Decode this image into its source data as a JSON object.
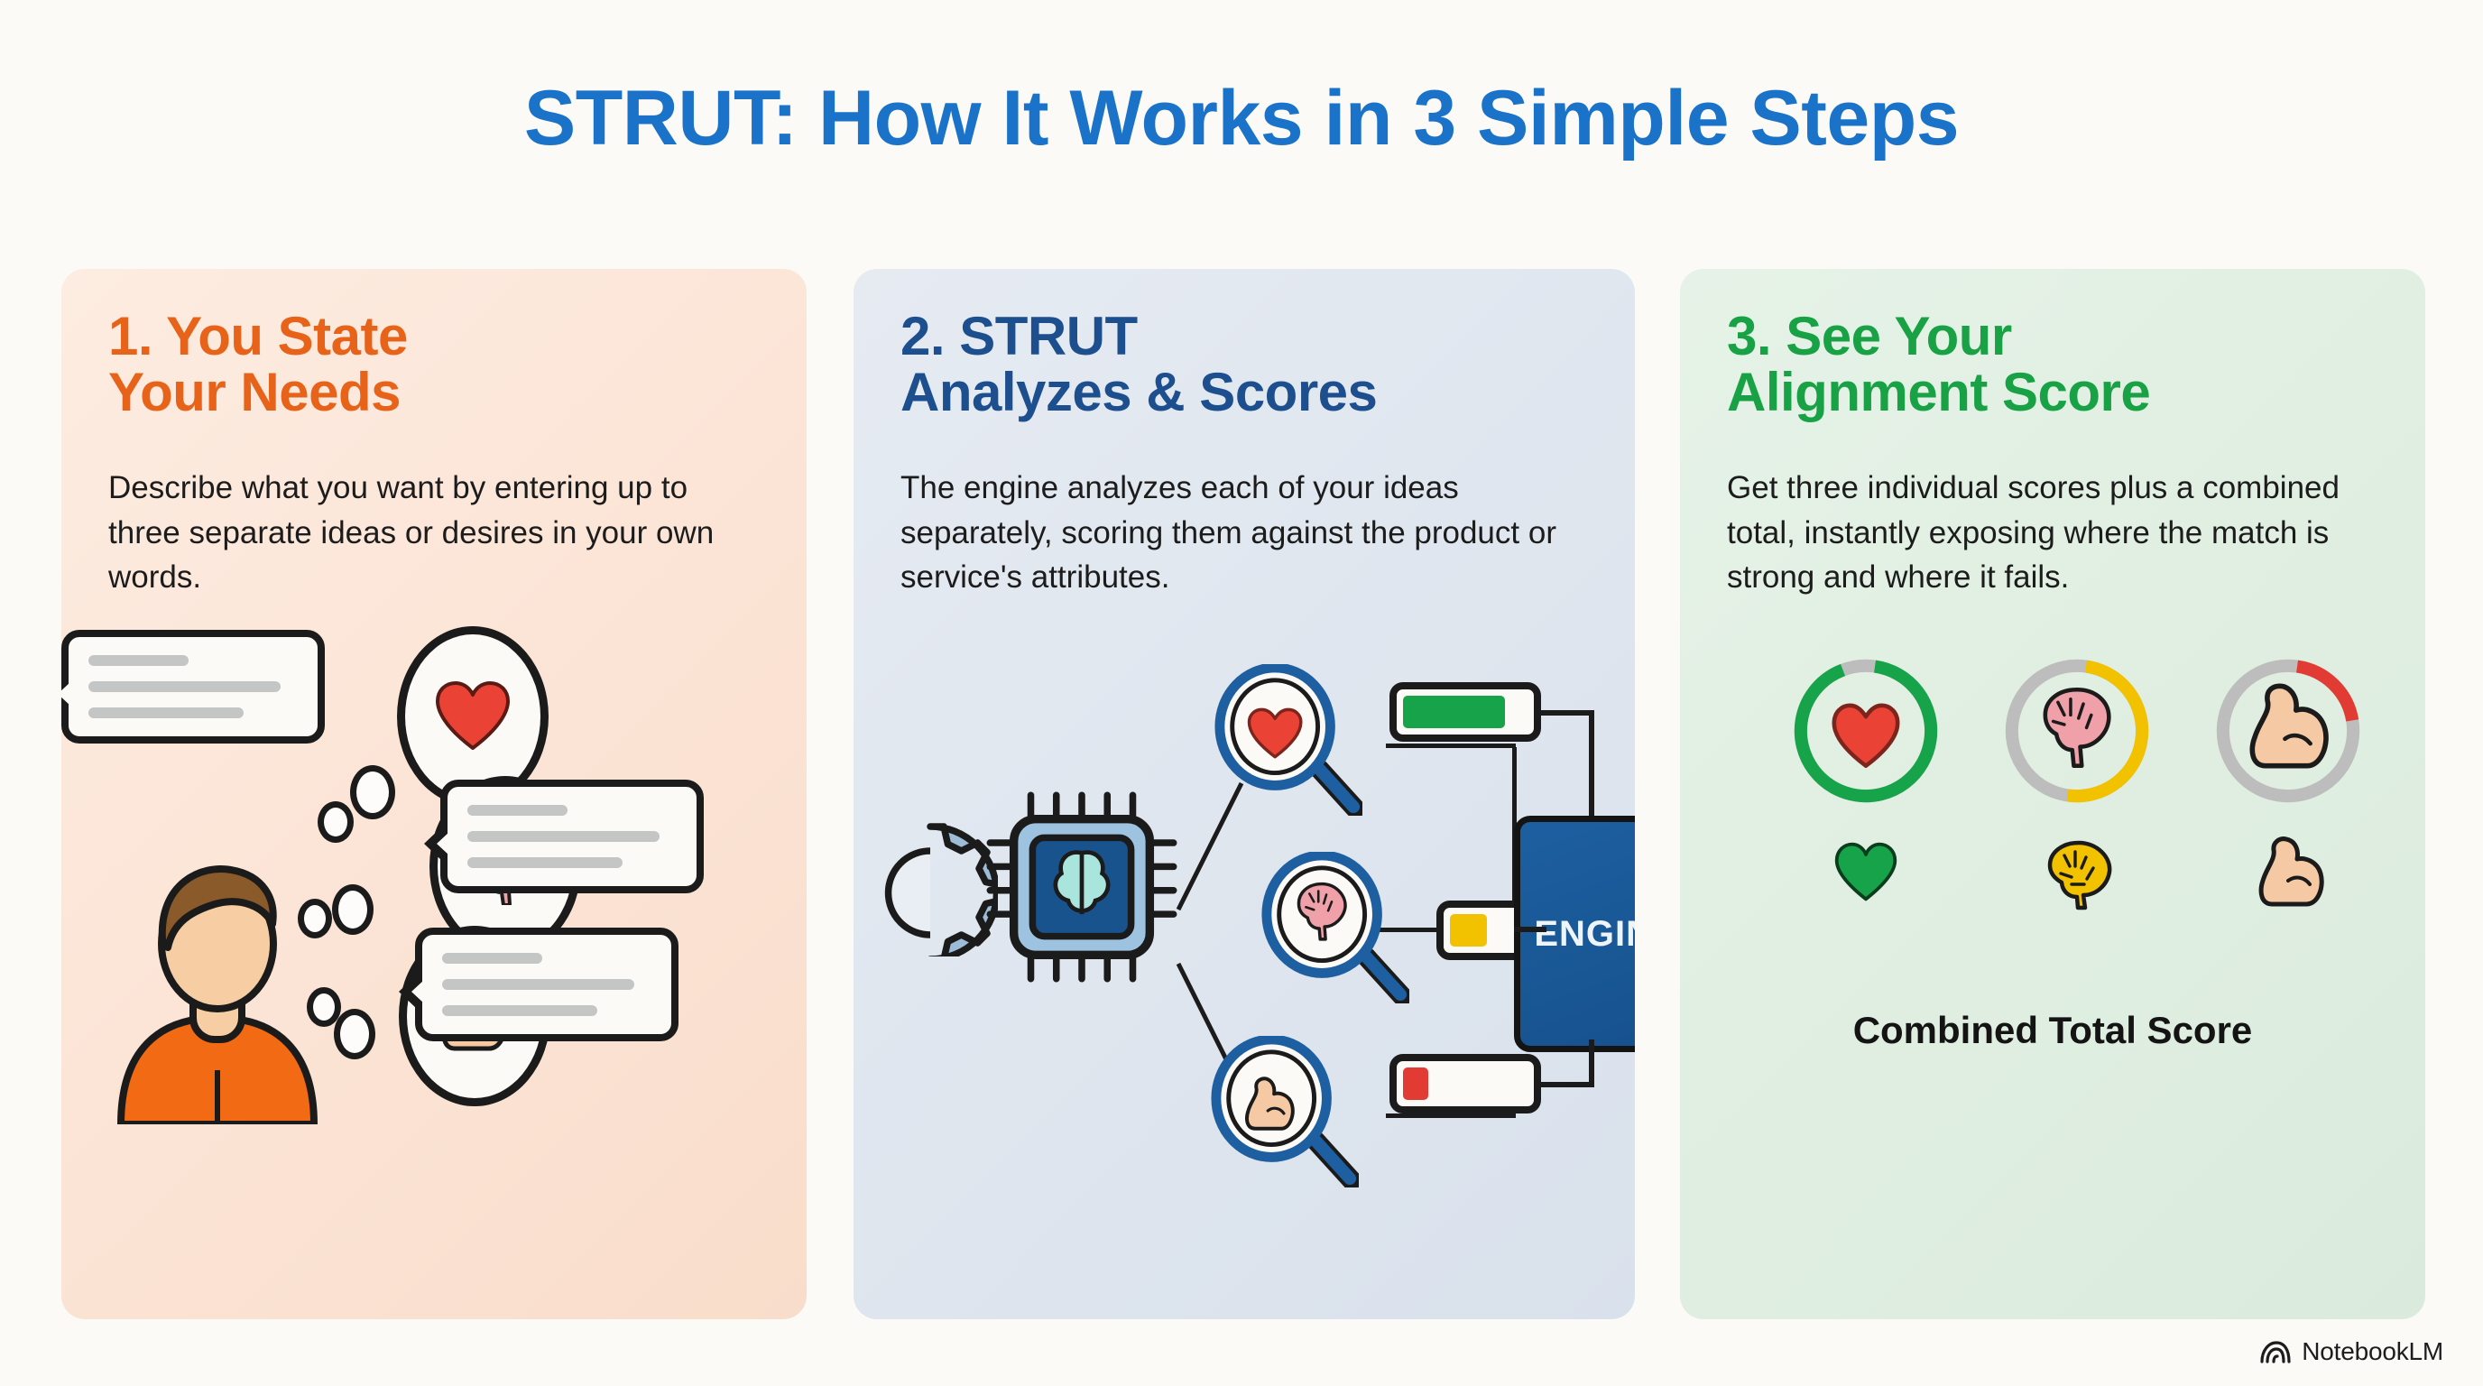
{
  "title": "STRUT: How It Works in 3 Simple Steps",
  "cards": [
    {
      "heading_line1": "1. You State",
      "heading_line2": "Your Needs",
      "body": "Describe what you want by entering up to three separate ideas or desires in your own words.",
      "accent": "#e8631a",
      "background": "#fbe3d4",
      "art": {
        "kind": "person-thought-bubbles",
        "person": {
          "shirt_color": "#f26a13",
          "hair_color": "#8a5a2b",
          "skin_color": "#f7cda4"
        },
        "thoughts": [
          {
            "icon": "heart-icon",
            "icon_color": "#ea4335",
            "line_widths": [
              "48%",
              "86%",
              "72%"
            ]
          },
          {
            "icon": "brain-icon",
            "icon_color": "#f0a0a8",
            "line_widths": [
              "48%",
              "86%",
              "72%"
            ]
          },
          {
            "icon": "bicep-icon",
            "icon_color": "#f5c9a4",
            "line_widths": [
              "48%",
              "86%",
              "72%"
            ]
          }
        ]
      }
    },
    {
      "heading_line1": "2. STRUT",
      "heading_line2": "Analyzes & Scores",
      "body": "The engine analyzes each of your ideas separately, scoring them against the product or service's attributes.",
      "accent": "#1d4f8f",
      "background": "#dee5ee",
      "art": {
        "kind": "engine-pipeline",
        "gear_color": "#9dbcd8",
        "chip_brain_color": "#a9e4dd",
        "engine_label": "ENGINE",
        "engine_color": "#1a5490",
        "lenses": [
          {
            "icon": "heart-icon",
            "bar_fill_percent": 82,
            "bar_color": "#16a34a"
          },
          {
            "icon": "brain-icon",
            "bar_fill_percent": 45,
            "bar_color": "#f2c200"
          },
          {
            "icon": "bicep-icon",
            "bar_fill_percent": 20,
            "bar_color": "#e23b34"
          }
        ]
      }
    },
    {
      "heading_line1": "3. See Your",
      "heading_line2": "Alignment Score",
      "body": "Get three individual scores plus a combined total, instantly exposing where the match is strong and where it fails.",
      "accent": "#18a145",
      "background": "#dfeee1",
      "art": {
        "kind": "score-gauges",
        "total_label": "Combined Total Score",
        "track_color": "#bdbdbd",
        "gauges": [
          {
            "icon": "heart-icon",
            "percent": 92,
            "color": "#16a34a",
            "mini_icon": "heart-icon",
            "mini_color": "#16a34a"
          },
          {
            "icon": "brain-icon",
            "percent": 50,
            "color": "#f2c200",
            "mini_icon": "brain-icon",
            "mini_color": "#f2c200"
          },
          {
            "icon": "bicep-icon",
            "percent": 20,
            "color": "#e23b34",
            "mini_icon": "bicep-icon",
            "mini_color": "#f5c9a4"
          }
        ]
      }
    }
  ],
  "watermark": {
    "label": "NotebookLM",
    "icon": "notebooklm-logo-icon"
  }
}
